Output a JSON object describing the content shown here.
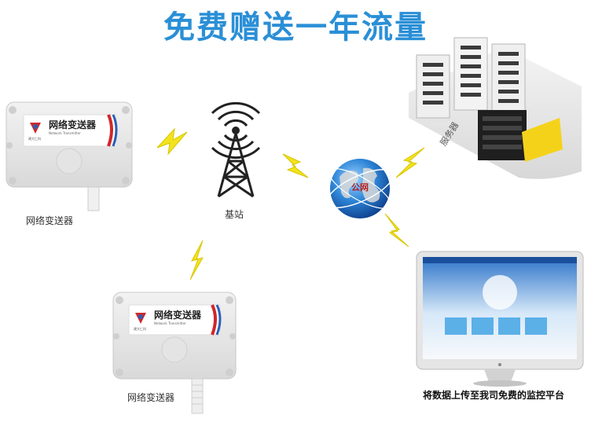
{
  "title": "免费赠送一年流量",
  "transmitter_top": {
    "name": "网络变送器",
    "subtitle": "Network Transmitter",
    "logo_text": "建大仁科",
    "caption": "网络变送器"
  },
  "transmitter_bottom": {
    "name": "网络变送器",
    "subtitle": "Network Transmitter",
    "logo_text": "建大仁科",
    "caption": "网络变送器"
  },
  "base_station": {
    "caption": "基站"
  },
  "internet": {
    "label": "公网"
  },
  "server": {
    "caption": "服务器"
  },
  "monitor": {
    "caption": "将数据上传至我司免费的监控平台"
  },
  "colors": {
    "title": "#2a8fd6",
    "bolt": "#f2e31d",
    "device": "#e8e8e8",
    "tower": "#222222",
    "globe": "#1e6fc4"
  }
}
